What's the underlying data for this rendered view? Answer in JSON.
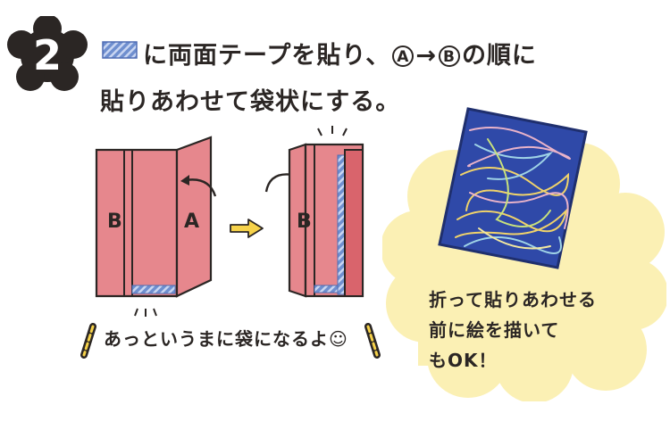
{
  "step": {
    "number": "2"
  },
  "instruction": {
    "line1_before": "に両面テープを貼り、",
    "label_a": "A",
    "arrow": "→",
    "label_b": "B",
    "line1_after": "の順に",
    "line2": "貼りあわせて袋状にする。"
  },
  "figure_left": {
    "panel_b": "B",
    "panel_a": "A"
  },
  "figure_right": {
    "panel_b": "B"
  },
  "caption_left": "あっというまに袋になるよ☺",
  "cloud_note": {
    "line1": "折って貼りあわせる",
    "line2": "前に絵を描いて",
    "line3": "もOK！"
  },
  "colors": {
    "panel_pink": "#e6878d",
    "panel_pink_dark": "#d9646c",
    "tape_blue": "#6f8fcf",
    "cloud_yellow": "#fbf0b4",
    "drawing_blue": "#2f49a8",
    "arrow_yellow": "#f6d24a",
    "ink": "#2b2624"
  }
}
